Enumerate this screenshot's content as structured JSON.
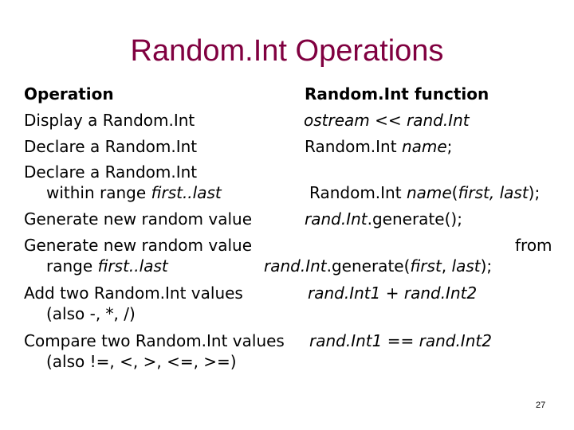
{
  "colors": {
    "title": "#800040",
    "text": "#000000",
    "background": "#ffffff"
  },
  "slide": {
    "title": "Random.Int Operations",
    "page_number": "27",
    "header": {
      "operation": "Operation",
      "function": "Random.Int function"
    },
    "rows": {
      "display": {
        "op": "Display a Random.Int",
        "fn_a": "ostream << rand.Int"
      },
      "declare": {
        "op": "Declare a Random.Int",
        "fn_a": "Random.Int ",
        "fn_b": "name",
        "fn_c": ";"
      },
      "declare_range": {
        "op": "Declare a Random.Int",
        "op2_a": "within range ",
        "op2_b": "first..last",
        "fn_a": "Random.Int ",
        "fn_b": "name",
        "fn_c": "(",
        "fn_d": "first, last",
        "fn_e": ");"
      },
      "generate": {
        "op": "Generate new random value",
        "fn_a": "rand.Int",
        "fn_b": ".generate();"
      },
      "generate_range": {
        "op": "Generate new random value",
        "op_tail": "from",
        "op2_a": "range ",
        "op2_b": "first..last",
        "fn_a": "rand.Int",
        "fn_b": ".generate(",
        "fn_c": "first",
        "fn_d": ", ",
        "fn_e": "last",
        "fn_f": ");"
      },
      "add": {
        "op": "Add two Random.Int values",
        "op2": "(also -, *, /)",
        "fn_a": "rand.Int1",
        "fn_b": " + ",
        "fn_c": "rand.Int2"
      },
      "compare": {
        "op": "Compare two Random.Int values",
        "op2": "(also !=, <, >, <=, >=)",
        "fn_a": "rand.Int1",
        "fn_b": " == ",
        "fn_c": "rand.Int2"
      }
    }
  }
}
